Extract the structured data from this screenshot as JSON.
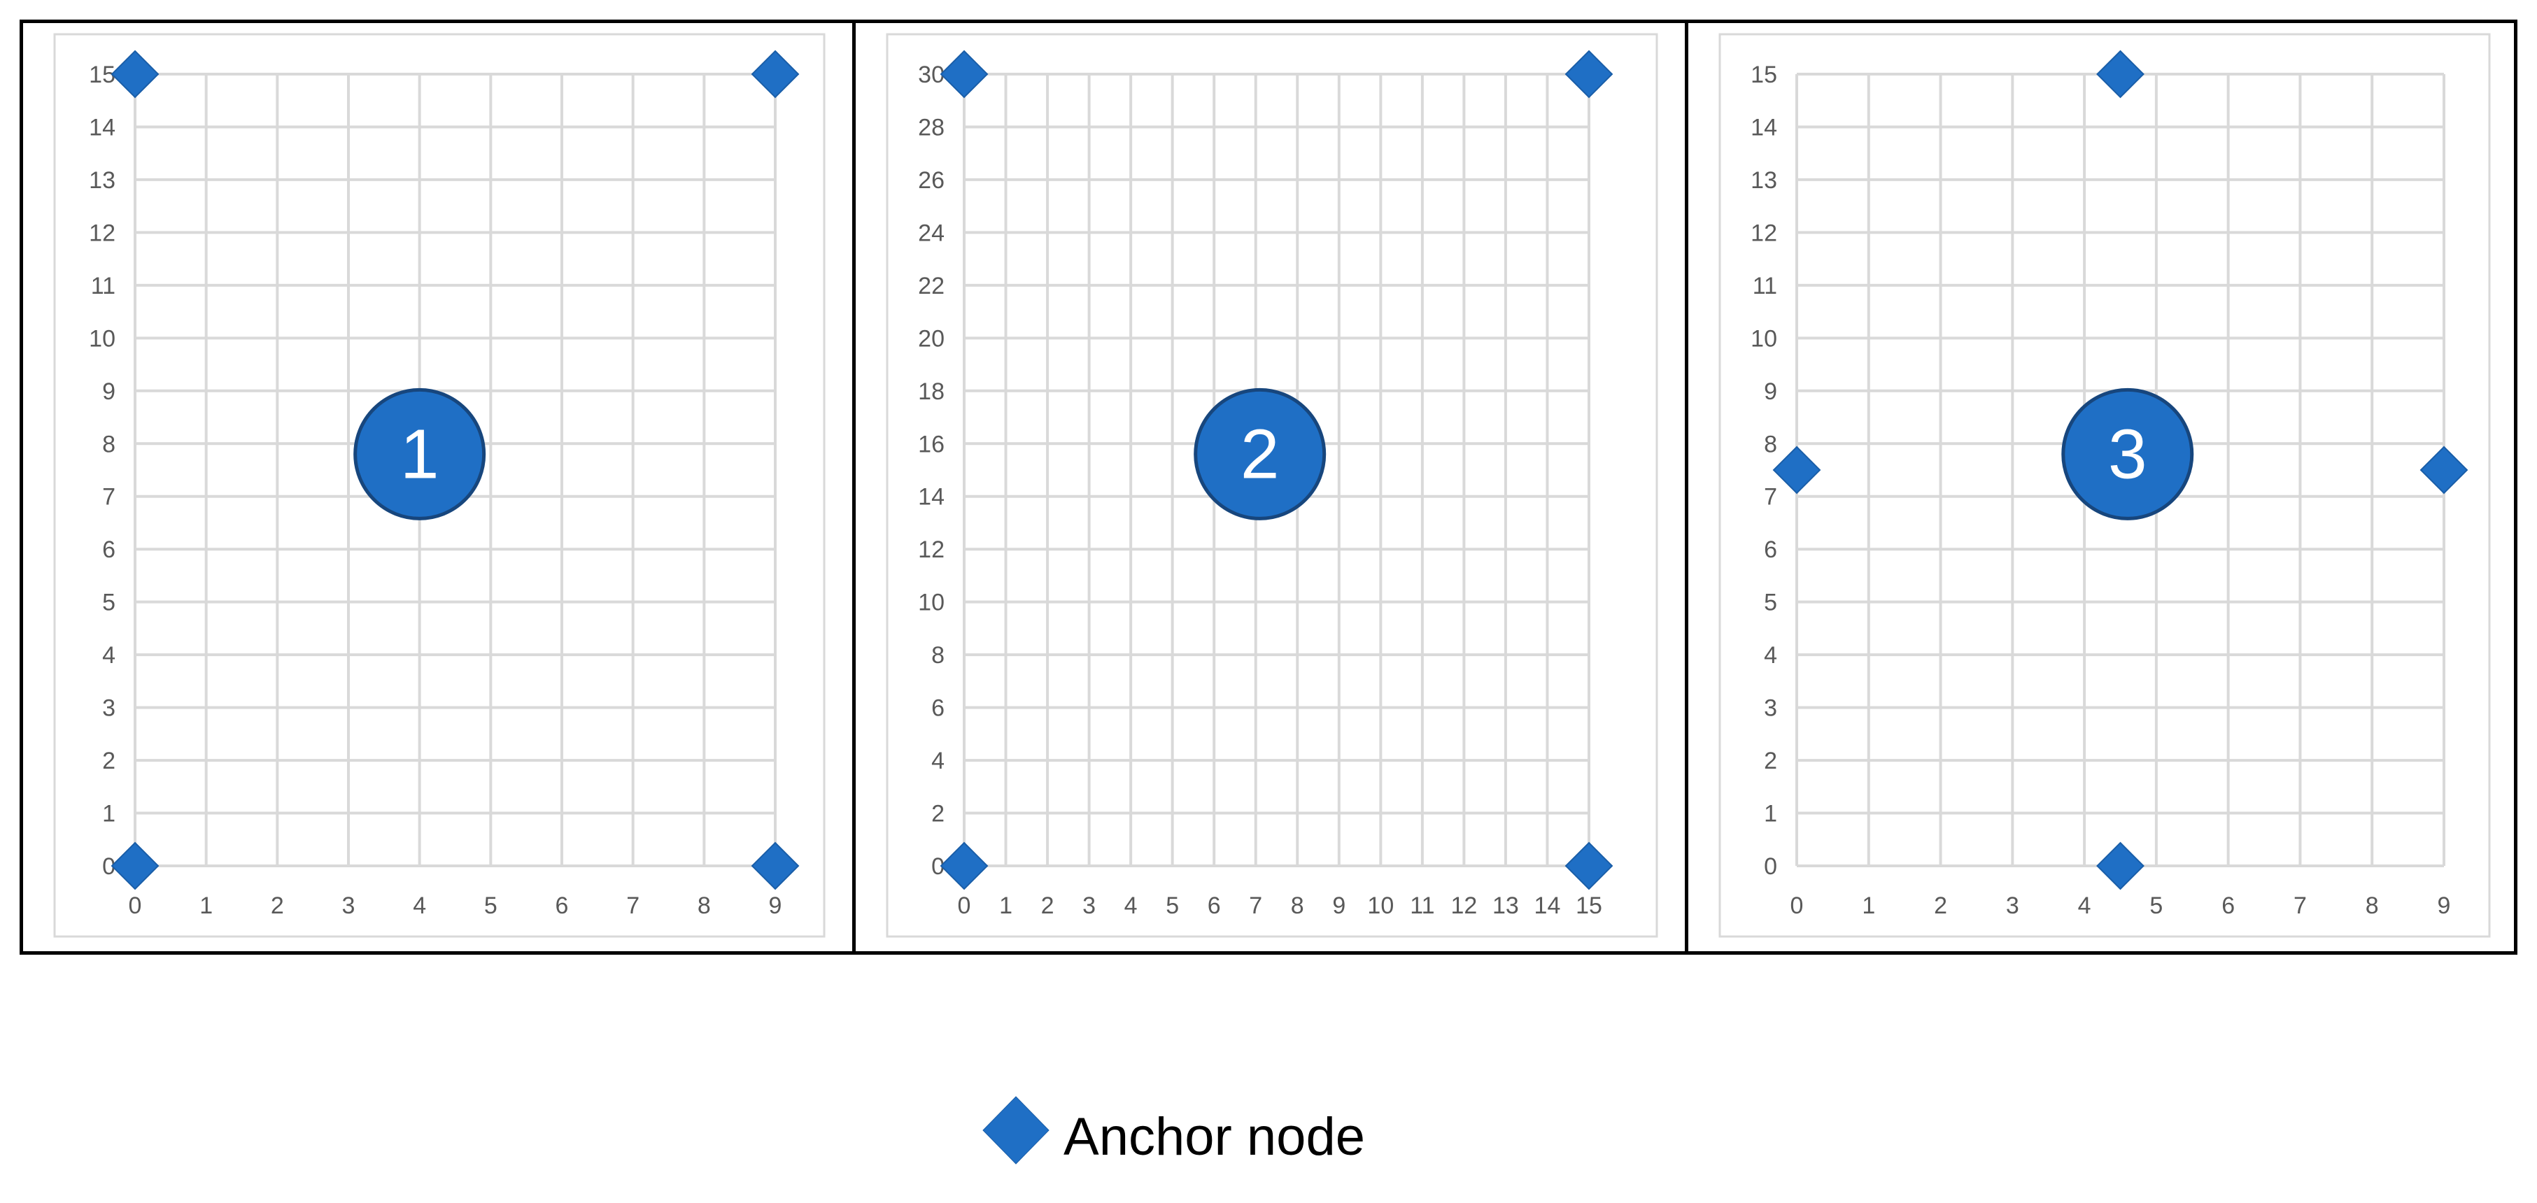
{
  "colors": {
    "marker": "#1f6fc5",
    "marker_stroke": "#1a5ea8",
    "grid": "#d9d9d9",
    "tick_text": "#595959",
    "plot_border": "#d9d9d9"
  },
  "legend": {
    "icon": "diamond-marker-icon",
    "label": "Anchor node"
  },
  "chart_data": [
    {
      "type": "scatter",
      "title": "",
      "xlabel": "",
      "ylabel": "",
      "xlim": [
        0,
        9
      ],
      "ylim": [
        0,
        15
      ],
      "xticks": [
        0,
        1,
        2,
        3,
        4,
        5,
        6,
        7,
        8,
        9
      ],
      "yticks": [
        0,
        1,
        2,
        3,
        4,
        5,
        6,
        7,
        8,
        9,
        10,
        11,
        12,
        13,
        14,
        15
      ],
      "grid": true,
      "badge": {
        "label": "1",
        "x": 4,
        "y": 7.8
      },
      "series": [
        {
          "name": "Anchor node",
          "marker": "diamond",
          "points": [
            {
              "x": 0,
              "y": 0
            },
            {
              "x": 9,
              "y": 0
            },
            {
              "x": 0,
              "y": 15
            },
            {
              "x": 9,
              "y": 15
            }
          ]
        }
      ]
    },
    {
      "type": "scatter",
      "title": "",
      "xlabel": "",
      "ylabel": "",
      "xlim": [
        0,
        15
      ],
      "ylim": [
        0,
        30
      ],
      "xticks": [
        0,
        1,
        2,
        3,
        4,
        5,
        6,
        7,
        8,
        9,
        10,
        11,
        12,
        13,
        14,
        15
      ],
      "yticks": [
        0,
        2,
        4,
        6,
        8,
        10,
        12,
        14,
        16,
        18,
        20,
        22,
        24,
        26,
        28,
        30
      ],
      "grid": true,
      "badge": {
        "label": "2",
        "x": 7.1,
        "y": 15.6
      },
      "series": [
        {
          "name": "Anchor node",
          "marker": "diamond",
          "points": [
            {
              "x": 0,
              "y": 0
            },
            {
              "x": 15,
              "y": 0
            },
            {
              "x": 0,
              "y": 30
            },
            {
              "x": 15,
              "y": 30
            }
          ]
        }
      ]
    },
    {
      "type": "scatter",
      "title": "",
      "xlabel": "",
      "ylabel": "",
      "xlim": [
        0,
        9
      ],
      "ylim": [
        0,
        15
      ],
      "xticks": [
        0,
        1,
        2,
        3,
        4,
        5,
        6,
        7,
        8,
        9
      ],
      "yticks": [
        0,
        1,
        2,
        3,
        4,
        5,
        6,
        7,
        8,
        9,
        10,
        11,
        12,
        13,
        14,
        15
      ],
      "grid": true,
      "badge": {
        "label": "3",
        "x": 4.6,
        "y": 7.8
      },
      "series": [
        {
          "name": "Anchor node",
          "marker": "diamond",
          "points": [
            {
              "x": 4.5,
              "y": 0
            },
            {
              "x": 4.5,
              "y": 15
            },
            {
              "x": 0,
              "y": 7.5
            },
            {
              "x": 9,
              "y": 7.5
            }
          ]
        }
      ]
    }
  ]
}
